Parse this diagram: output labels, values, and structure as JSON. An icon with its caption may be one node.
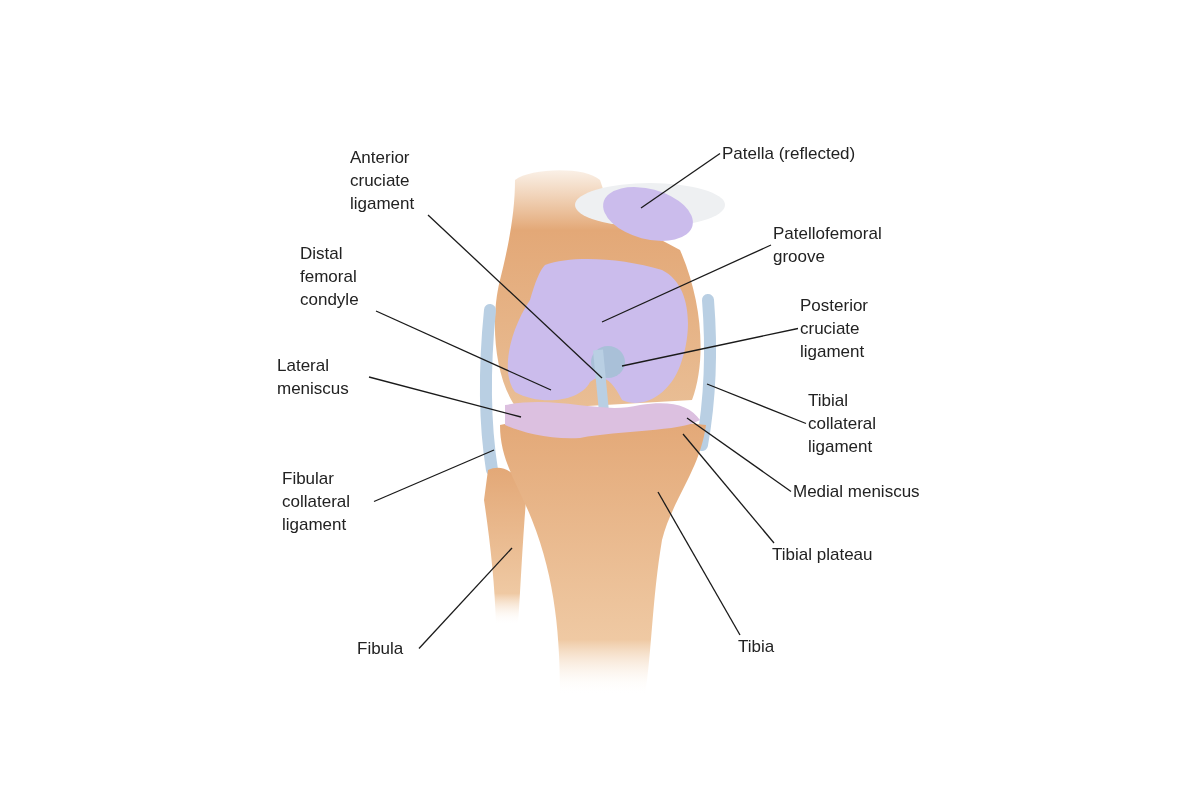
{
  "diagram": {
    "nodes": [
      {
        "text": [
          "Anterior cruciate ligament"
        ]
      },
      {
        "text": [
          "Patella (reflected)"
        ]
      },
      {
        "text": [
          "Distal femoral condyle"
        ]
      },
      {
        "text": [
          "Patellofemoral groove"
        ]
      },
      {
        "text": [
          "Posterior cruciate ligament"
        ]
      },
      {
        "text": [
          "Lateral meniscus"
        ]
      },
      {
        "text": [
          "Tibial collateral ligament"
        ]
      },
      {
        "text": [
          "Fibular collateral ligament"
        ]
      },
      {
        "text": [
          "Medial meniscus"
        ]
      },
      {
        "text": [
          "Tibial plateau"
        ]
      },
      {
        "text": [
          "Fibula"
        ]
      },
      {
        "text": [
          "Tibia"
        ]
      }
    ],
    "edges": [
      {
        "from": 0,
        "to": null,
        "arrow": "none"
      },
      {
        "from": 1,
        "to": null,
        "arrow": "none"
      },
      {
        "from": 2,
        "to": null,
        "arrow": "none"
      },
      {
        "from": 3,
        "to": null,
        "arrow": "none"
      },
      {
        "from": 4,
        "to": null,
        "arrow": "none"
      },
      {
        "from": 5,
        "to": null,
        "arrow": "none"
      },
      {
        "from": 6,
        "to": null,
        "arrow": "none"
      },
      {
        "from": 7,
        "to": null,
        "arrow": "none"
      },
      {
        "from": 8,
        "to": null,
        "arrow": "none"
      },
      {
        "from": 9,
        "to": null,
        "arrow": "none"
      },
      {
        "from": 10,
        "to": null,
        "arrow": "none"
      },
      {
        "from": 11,
        "to": null,
        "arrow": "none"
      }
    ]
  }
}
